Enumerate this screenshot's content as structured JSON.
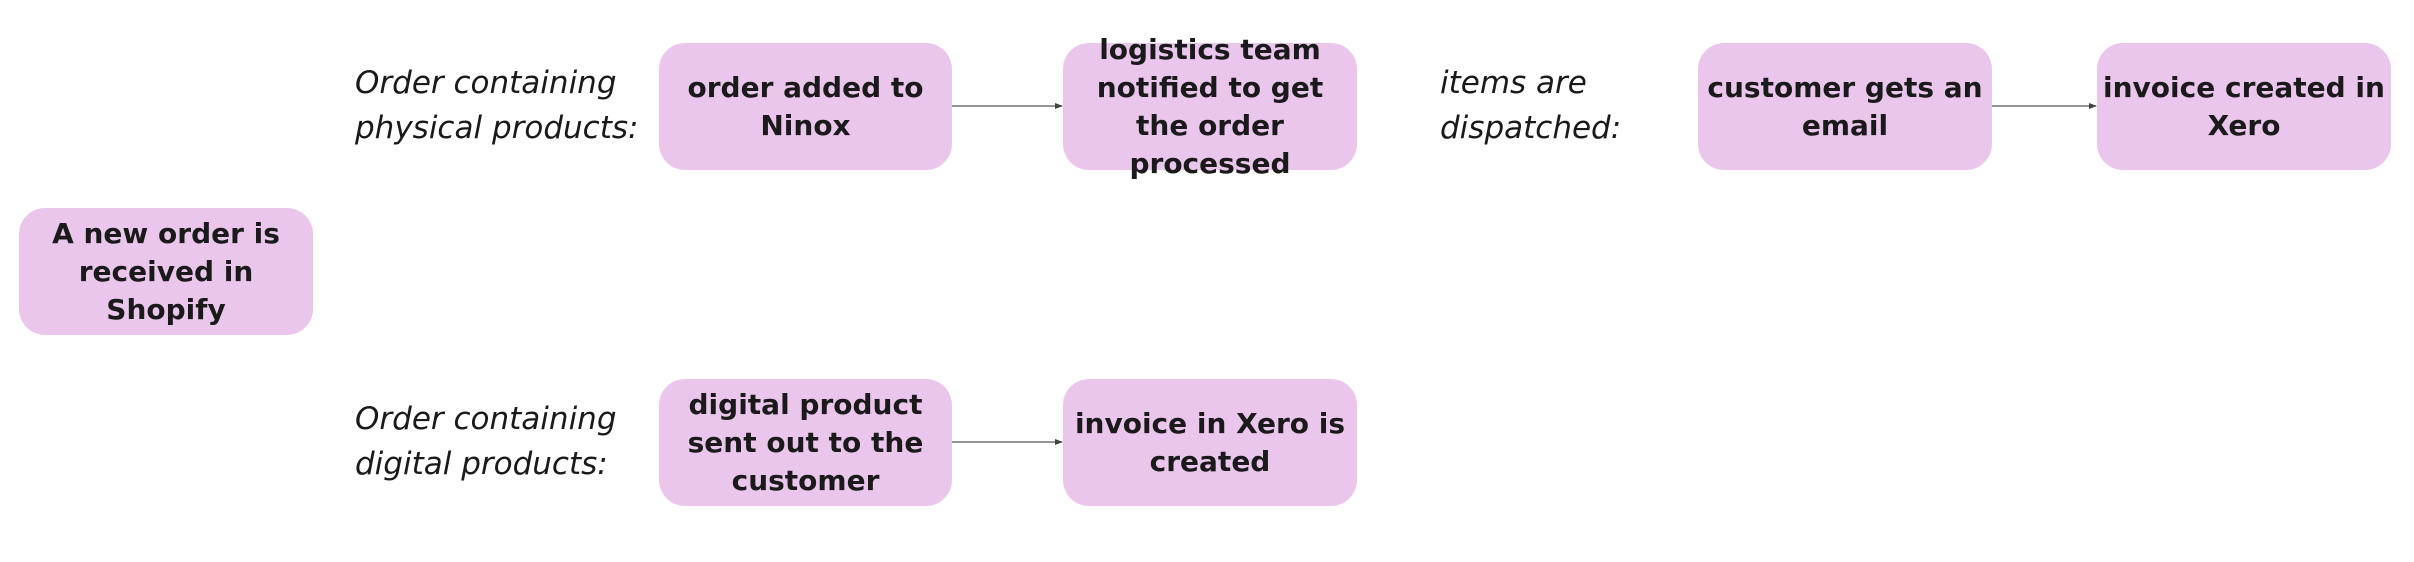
{
  "colors": {
    "node_fill": "#ebc6ec",
    "text": "#1a1a1a",
    "connector": "#555555"
  },
  "nodes": {
    "start": "A new order is received in Shopify",
    "order_added": "order added to Ninox",
    "logistics": "logistics team notified to get the order processed",
    "customer_email": "customer gets an email",
    "invoice_physical": "invoice created in Xero",
    "digital_sent": "digital product sent out to the customer",
    "invoice_digital": "invoice in Xero is created"
  },
  "labels": {
    "physical": "Order containing\nphysical products:",
    "dispatched": "items are\ndispatched:",
    "digital": "Order containing\ndigital products:"
  }
}
